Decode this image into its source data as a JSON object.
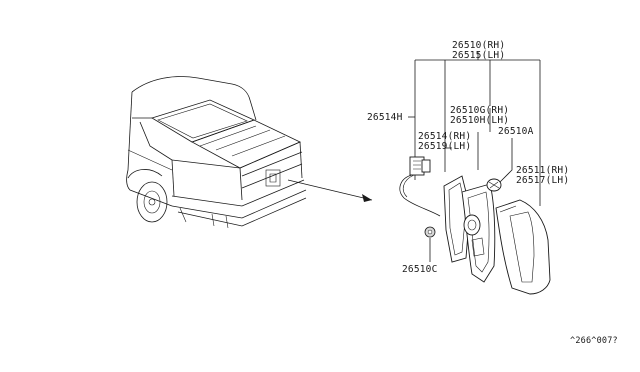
{
  "callouts": {
    "p26510_rh": "26510(RH)",
    "p26515_lh": "26515(LH)",
    "p26514h": "26514H",
    "p26510g_rh": "26510G(RH)",
    "p26510h_lh": "26510H(LH)",
    "p26514_rh": "26514(RH)",
    "p26519_lh": "26519(LH)",
    "p26510a": "26510A",
    "p26511_rh": "26511(RH)",
    "p26517_lh": "26517(LH)",
    "p26510c": "26510C"
  },
  "diagram_code": "^266^007?"
}
